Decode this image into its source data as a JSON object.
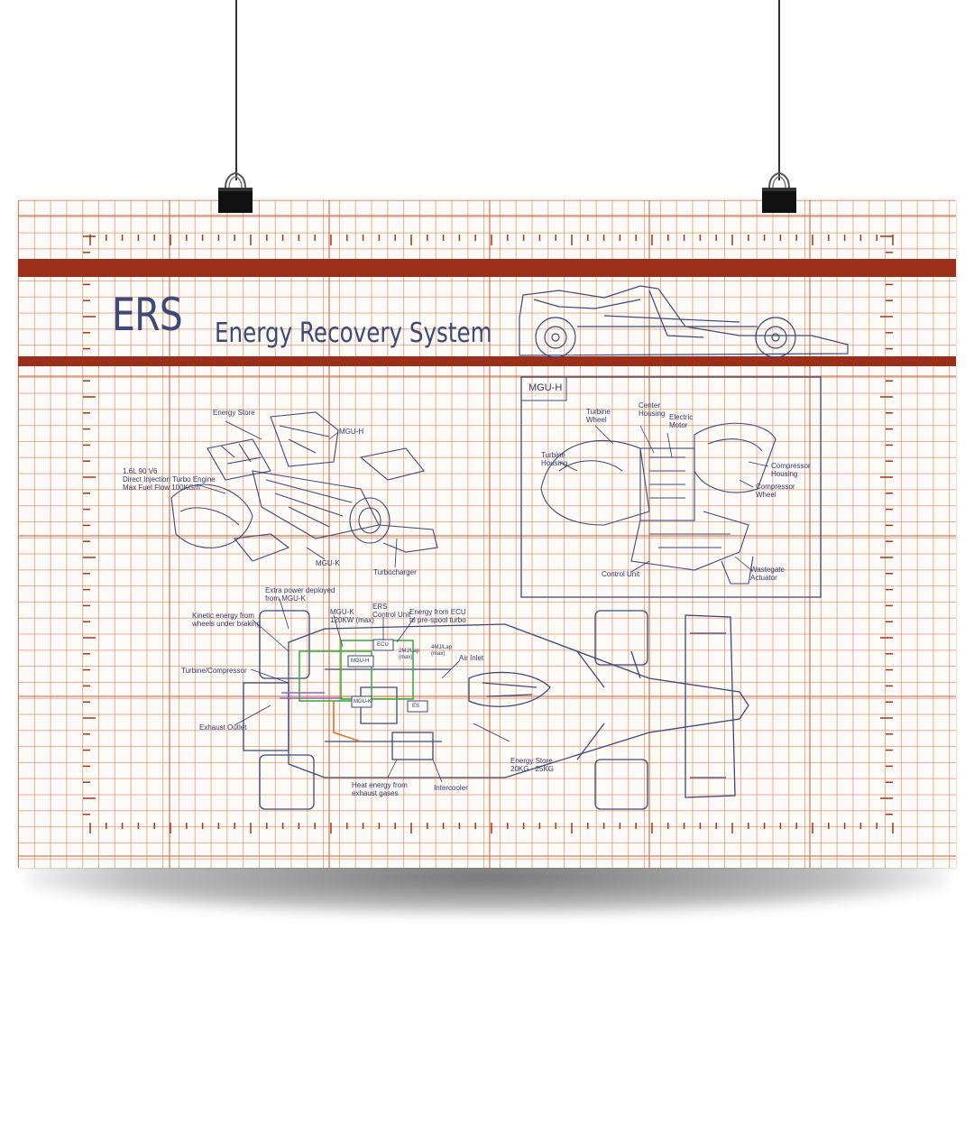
{
  "title": {
    "abbr": "ERS",
    "full": "Energy Recovery System"
  },
  "mguh_panel": {
    "title": "MGU-H",
    "labels": {
      "turbine_wheel": "Turbine\nWheel",
      "center_housing": "Center\nHousing",
      "electric_motor": "Electric\nMotor",
      "turbine_housing": "Turbine\nHousing",
      "compressor_housing": "Compressor\nHousing",
      "compressor_wheel": "Compressor\nWheel",
      "control_unit": "Control Unit",
      "wastegate_actuator": "Wastegate\nActuator"
    }
  },
  "engine_labels": {
    "energy_store": "Energy Store",
    "mgu_h": "MGU-H",
    "engine_spec": "1.6L 90 V6\nDirect Injection Turbo Engine\nMax Fuel Flow 100KG/h",
    "mgu_k": "MGU-K",
    "turbocharger": "Turbocharger"
  },
  "car_labels": {
    "extra_power": "Extra power deployed\nfrom MGU-K",
    "kinetic_energy": "Kinetic energy from\nwheels under braking",
    "mguk_power": "MGU-K\n120KW (max)",
    "ers_control": "ERS\nControl Unit",
    "energy_ecu": "Energy from ECU\nto pre-spool turbo",
    "ecu": "ECU",
    "mguh_small": "MGU-H",
    "mguk_small": "MGU-K",
    "es_small": "ES",
    "mj_lap_1": "4MJ/Lap\n(max)",
    "mj_lap_2": "2MJ/Lap\n(max)",
    "air_inlet": "Air Inlet",
    "turbine_compressor": "Turbine/Compressor",
    "exhaust_outlet": "Exhaust Outlet",
    "energy_store": "Energy Store\n20KG - 25KG",
    "heat_energy": "Heat energy from\nexhaust gases",
    "intercooler": "Intercooler"
  },
  "colors": {
    "ink": "#2f3a6a",
    "band": "#9c2f19",
    "grid": "#d66e46",
    "green": "#3cb043",
    "orange": "#e0702a",
    "purple": "#9b5fc0"
  }
}
